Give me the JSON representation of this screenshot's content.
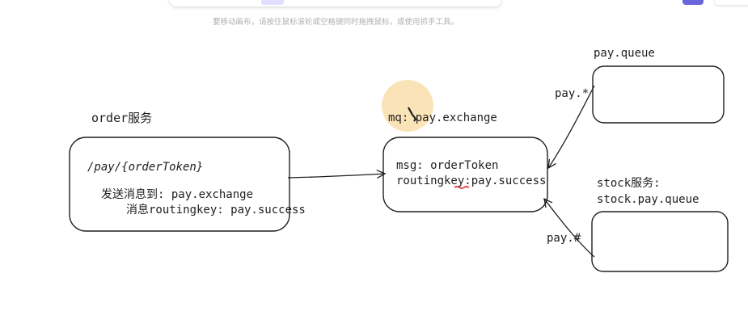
{
  "hint_text": "要移动画布，请按住鼠标滚轮或空格键同时拖拽鼠标，或使用抓手工具。",
  "diagram": {
    "order_service_title": "order服务",
    "order_box": {
      "path": "/pay/{orderToken}",
      "line1": "发送消息到: pay.exchange",
      "line2": "消息routingkey: pay.success"
    },
    "mq_title": "mq: pay.exchange",
    "mq_box": {
      "line1": "msg: orderToken",
      "line2": "routingkey:pay.success"
    },
    "pay_queue_title": "pay.queue",
    "pay_star_label": "pay.*",
    "stock_title_line1": "stock服务:",
    "stock_title_line2": "stock.pay.queue",
    "pay_hash_label": "pay.#"
  },
  "colors": {
    "accent_toolbar": "#6965db",
    "highlight_circle": "#fbe3b8",
    "squiggle_red": "#e03131",
    "stroke": "#1e1e1e"
  },
  "icons": [
    "pointer-cursor-icon"
  ]
}
